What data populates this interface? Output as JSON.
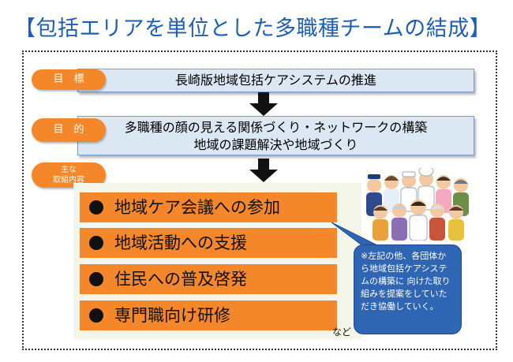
{
  "title": "【包括エリアを単位とした多職種チームの結成】",
  "goal": {
    "label": "目　標",
    "text": "長崎版地域包括ケアシステムの推進"
  },
  "purpose": {
    "label": "目　的",
    "lines": [
      "多職種の顔の見える関係づくり・ネットワークの構築",
      "地域の課題解決や地域づくり"
    ]
  },
  "activities": {
    "label_lines": [
      "主な",
      "取組内容"
    ],
    "items": [
      "地域ケア会議への参加",
      "地域活動への支援",
      "住民への普及啓発",
      "専門職向け研修"
    ],
    "suffix": "など"
  },
  "note": "※左記の他、各団体から地域包括ケアシステムの構築に 向けた取り組みを提案をしていただき協働していく。",
  "colors": {
    "title": "#1f5fb4",
    "accent_orange": "#f5872b",
    "bar_fill": "#dce7f4",
    "note_fill": "#2f66b3"
  },
  "illustration": "group-of-diverse-professionals-illustration"
}
